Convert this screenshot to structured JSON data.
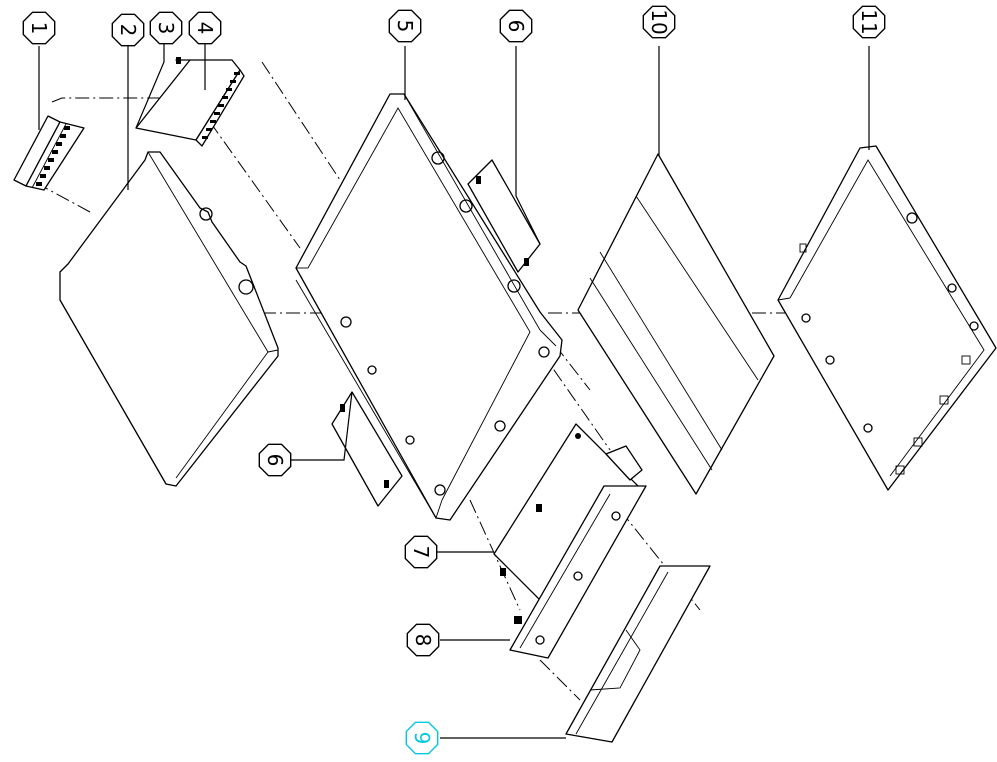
{
  "callouts": [
    {
      "id": "1",
      "label": "1",
      "highlight": false
    },
    {
      "id": "2",
      "label": "2",
      "highlight": false
    },
    {
      "id": "3",
      "label": "3",
      "highlight": false
    },
    {
      "id": "4",
      "label": "4",
      "highlight": false
    },
    {
      "id": "5",
      "label": "5",
      "highlight": false
    },
    {
      "id": "6a",
      "label": "6",
      "highlight": false
    },
    {
      "id": "6b",
      "label": "6",
      "highlight": false
    },
    {
      "id": "7",
      "label": "7",
      "highlight": false
    },
    {
      "id": "8",
      "label": "8",
      "highlight": false
    },
    {
      "id": "9",
      "label": "9",
      "highlight": true
    },
    {
      "id": "10",
      "label": "10",
      "highlight": false
    },
    {
      "id": "11",
      "label": "11",
      "highlight": false
    }
  ],
  "colors": {
    "line": "#000000",
    "highlight": "#00c8e0",
    "background": "#ffffff"
  }
}
